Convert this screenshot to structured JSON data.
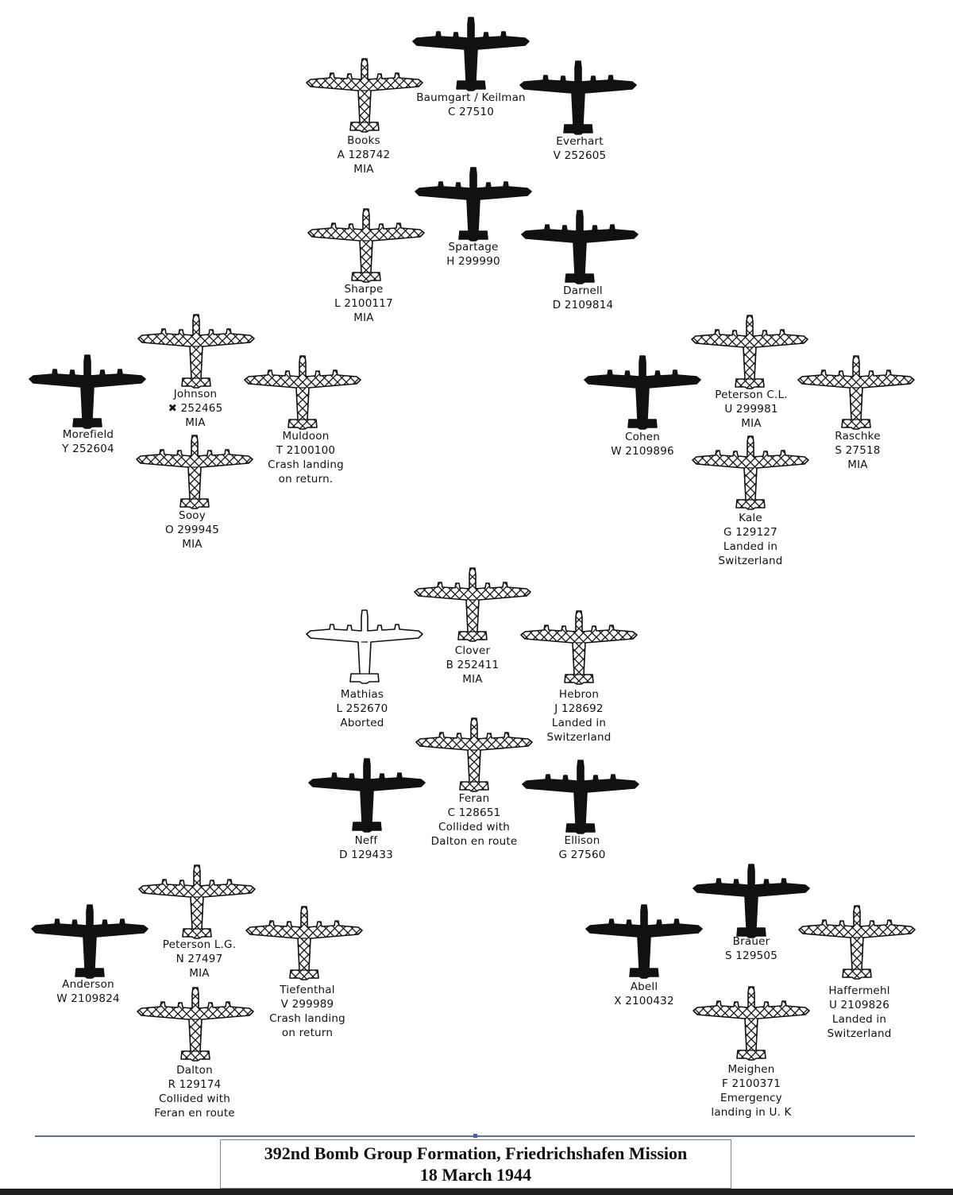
{
  "title": {
    "line1": "392nd Bomb Group Formation, Friedrichshafen Mission",
    "line2": "18 March 1944"
  },
  "aircraft_styles": {
    "solid": "#111111",
    "crosshatched": "#111111",
    "outline": "#111111"
  },
  "aircraft": [
    {
      "name": "Baumgart / Keilman",
      "id": "C 27510",
      "status": [],
      "style": "solid"
    },
    {
      "name": "Books",
      "id": "A 128742",
      "status": [
        "MIA"
      ],
      "style": "crosshatched"
    },
    {
      "name": "Everhart",
      "id": "V 252605",
      "status": [],
      "style": "solid"
    },
    {
      "name": "Spartage",
      "id": "H 299990",
      "status": [],
      "style": "solid"
    },
    {
      "name": "Sharpe",
      "id": "L 2100117",
      "status": [
        "MIA"
      ],
      "style": "crosshatched"
    },
    {
      "name": "Darnell",
      "id": "D 2109814",
      "status": [],
      "style": "solid"
    },
    {
      "name": "Johnson",
      "id": "✖ 252465",
      "status": [
        "MIA"
      ],
      "style": "crosshatched"
    },
    {
      "name": "Morefield",
      "id": "Y 252604",
      "status": [],
      "style": "solid"
    },
    {
      "name": "Muldoon",
      "id": "T 2100100",
      "status": [
        "Crash landing",
        "on return."
      ],
      "style": "crosshatched"
    },
    {
      "name": "Sooy",
      "id": "O 299945",
      "status": [
        "MIA"
      ],
      "style": "crosshatched"
    },
    {
      "name": "Peterson C.L.",
      "id": "U 299981",
      "status": [
        "MIA"
      ],
      "style": "crosshatched"
    },
    {
      "name": "Cohen",
      "id": "W 2109896",
      "status": [],
      "style": "solid"
    },
    {
      "name": "Raschke",
      "id": "S 27518",
      "status": [
        "MIA"
      ],
      "style": "crosshatched"
    },
    {
      "name": "Kale",
      "id": "G 129127",
      "status": [
        "Landed in",
        "Switzerland"
      ],
      "style": "crosshatched"
    },
    {
      "name": "Clover",
      "id": "B 252411",
      "status": [
        "MIA"
      ],
      "style": "crosshatched"
    },
    {
      "name": "Mathias",
      "id": "L 252670",
      "status": [
        "Aborted"
      ],
      "style": "outline"
    },
    {
      "name": "Hebron",
      "id": "J 128692",
      "status": [
        "Landed in",
        "Switzerland"
      ],
      "style": "crosshatched"
    },
    {
      "name": "Feran",
      "id": "C 128651",
      "status": [
        "Collided with",
        "Dalton en route"
      ],
      "style": "crosshatched"
    },
    {
      "name": "Neff",
      "id": "D 129433",
      "status": [],
      "style": "solid"
    },
    {
      "name": "Ellison",
      "id": "G 27560",
      "status": [],
      "style": "solid"
    },
    {
      "name": "Peterson L.G.",
      "id": "N 27497",
      "status": [
        "MIA"
      ],
      "style": "crosshatched"
    },
    {
      "name": "Anderson",
      "id": "W 2109824",
      "status": [],
      "style": "solid"
    },
    {
      "name": "Tiefenthal",
      "id": "V 299989",
      "status": [
        "Crash landing",
        "on return"
      ],
      "style": "crosshatched"
    },
    {
      "name": "Dalton",
      "id": "R 129174",
      "status": [
        "Collided with",
        "Feran en route"
      ],
      "style": "crosshatched"
    },
    {
      "name": "Brauer",
      "id": "S 129505",
      "status": [],
      "style": "solid"
    },
    {
      "name": "Abell",
      "id": "X 2100432",
      "status": [],
      "style": "solid"
    },
    {
      "name": "Haffermehl",
      "id": "U 2109826",
      "status": [
        "Landed in",
        "Switzerland"
      ],
      "style": "crosshatched"
    },
    {
      "name": "Meighen",
      "id": "F 2100371",
      "status": [
        "Emergency",
        "landing in U. K"
      ],
      "style": "crosshatched"
    }
  ]
}
